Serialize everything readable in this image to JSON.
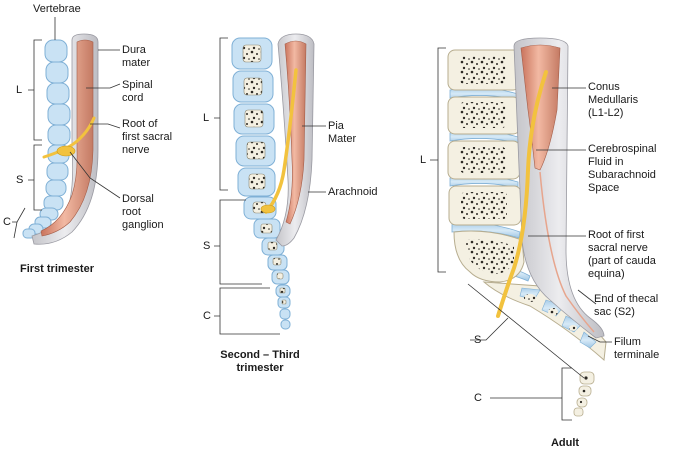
{
  "labels": {
    "vertebrae": "Vertebrae",
    "dura_mater": "Dura\nmater",
    "spinal_cord": "Spinal\ncord",
    "root_first_sacral": "Root of\nfirst sacral\nnerve",
    "dorsal_root_ganglion": "Dorsal\nroot\nganglion",
    "pia_mater": "Pia\nMater",
    "arachnoid": "Arachnoid",
    "conus_medullaris": "Conus\nMedullaris\n(L1-L2)",
    "csf": "Cerebrospinal\nFluid in\nSubarachnoid\nSpace",
    "root_cauda_equina": "Root of first\nsacral nerve\n(part of cauda\nequina)",
    "end_thecal_sac": "End of thecal\nsac (S2)",
    "filum_terminale": "Filum\nterminale"
  },
  "regions": {
    "lumbar": "L",
    "sacral": "S",
    "coccygeal": "C"
  },
  "captions": {
    "first": "First trimester",
    "second": "Second – Third\ntrimester",
    "adult": "Adult"
  },
  "colors": {
    "vertebra_blue": "#c9e2f4",
    "vertebra_edge": "#7fb0d6",
    "bone_fill": "#f4f0e2",
    "bone_edge": "#b7ad8f",
    "cord_pink": "#e7a58d",
    "dura_gray": "#d4d4d8",
    "nerve_yellow": "#f2c23e"
  }
}
